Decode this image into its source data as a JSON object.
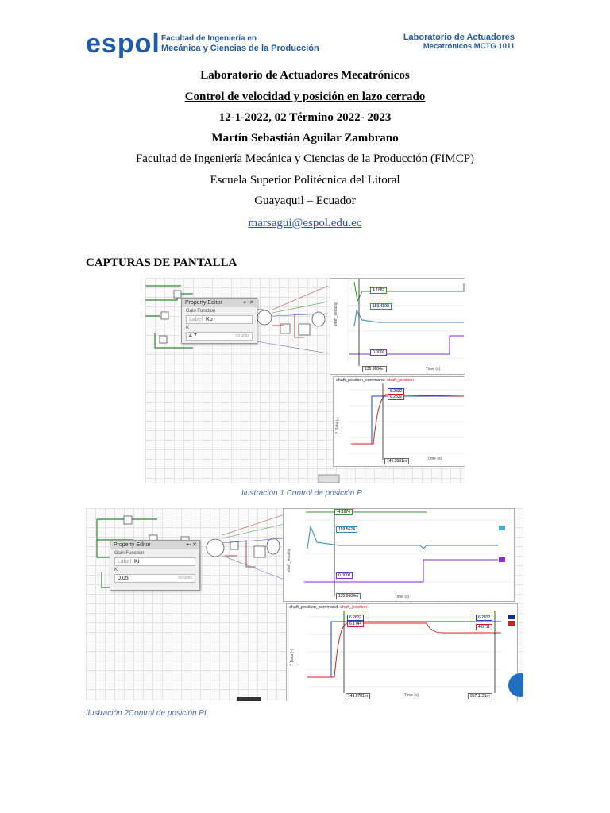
{
  "header": {
    "logo": "espol",
    "faculty_line1": "Facultad de Ingeniería en",
    "faculty_line2": "Mecánica y Ciencias de la Producción",
    "lab_line1": "Laboratorio de Actuadores",
    "lab_line2": "Mecatrónicos MCTG 1011",
    "brand_color": "#1f5aa8"
  },
  "title": {
    "line1": "Laboratorio de Actuadores Mecatrónicos",
    "line2": "Control de velocidad y posición en lazo cerrado",
    "line3": "12-1-2022, 02 Término 2022- 2023",
    "author": "Martín Sebastián Aguilar Zambrano",
    "affil1": "Facultad de Ingeniería Mecánica y Ciencias de la Producción (FIMCP)",
    "affil2": "Escuela Superior Politécnica del Litoral",
    "affil3": "Guayaquil – Ecuador",
    "email": "marsagui@espol.edu.ec"
  },
  "section_title": "CAPTURAS DE PANTALLA",
  "fig1": {
    "caption": "Ilustración 1 Control de posición P",
    "prop_title": "Property Editor",
    "prop_group": "Gain Function",
    "prop_label_name": "Label",
    "prop_label_value": "Kp",
    "prop_param": "K",
    "prop_value": "4.7",
    "prop_unit": "no units",
    "plot1_label": "4.1682",
    "plot2_label": "159.4598",
    "plot3_label": "0.0000",
    "cursor_label": "135.9684m",
    "bottom_title_a": "shaft_position_command:",
    "bottom_title_b": "shaft_position",
    "bottom_val1": "6.2832",
    "bottom_val2": "6.2832",
    "bottom_cursor": "141.3561m",
    "ylabel": "Y Data (-)",
    "xlabel": "Time (s)"
  },
  "fig2": {
    "caption": "Ilustración 2Control de posición PI",
    "prop_title": "Property Editor",
    "prop_group": "Gain Function",
    "prop_label_name": "Label",
    "prop_label_value": "Ki",
    "prop_param": "K",
    "prop_value": "0.05",
    "prop_unit": "no units",
    "plot1_label": "-4.1674",
    "plot2_label": "159.5624",
    "plot3_label": "0.0000",
    "cursor_label": "135.9684m",
    "bottom_title_a": "shaft_position_command:",
    "bottom_title_b": "shaft_position",
    "bottom_val1": "6.2832",
    "bottom_val2": "6.1744",
    "bottom_val3": "6.2832",
    "bottom_val4": "4.8711",
    "bottom_cursor1": "149.0701m",
    "bottom_cursor2": "957.1131m",
    "ylabel": "Y Data (-)",
    "xlabel": "Time (s)"
  }
}
